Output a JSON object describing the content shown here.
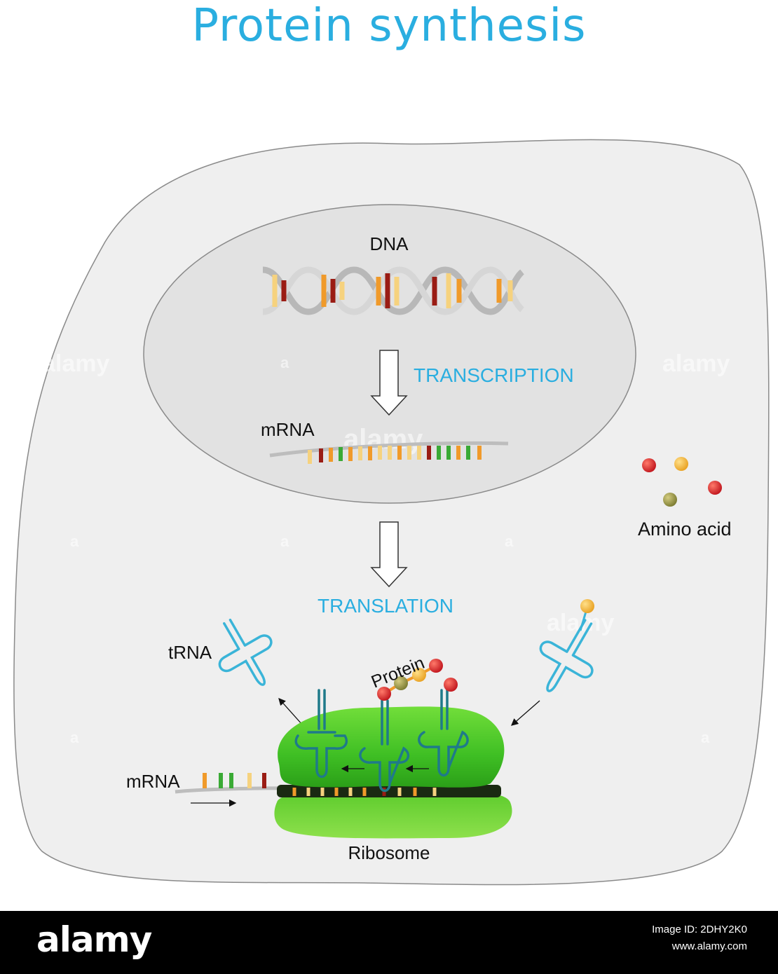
{
  "title": "Protein synthesis",
  "labels": {
    "dna": "DNA",
    "transcription": "TRANSCRIPTION",
    "mrna_nucleus": "mRNA",
    "translation": "TRANSLATION",
    "amino_acid": "Amino acid",
    "trna": "tRNA",
    "protein": "Protein",
    "mrna_ribosome": "mRNA",
    "ribosome": "Ribosome"
  },
  "watermark": "alamy",
  "footer": {
    "logo": "alamy",
    "image_id": "Image ID: 2DHY2K0",
    "url": "www.alamy.com"
  },
  "colors": {
    "title": "#2aaee0",
    "process_label": "#2aaee0",
    "cell": "#efefef",
    "nucleus": "#e2e2e2",
    "ribosome_top": "#4cc82a",
    "ribosome_bottom": "#6ad434",
    "trna": "#3ab4d8",
    "amino_red": "#d8202a",
    "amino_yellow": "#f2b630",
    "amino_olive": "#9c9440",
    "base_darkred": "#9a1c14",
    "base_orange": "#f09a2a",
    "base_yellow": "#f6d27e",
    "base_green": "#3aaa35"
  }
}
